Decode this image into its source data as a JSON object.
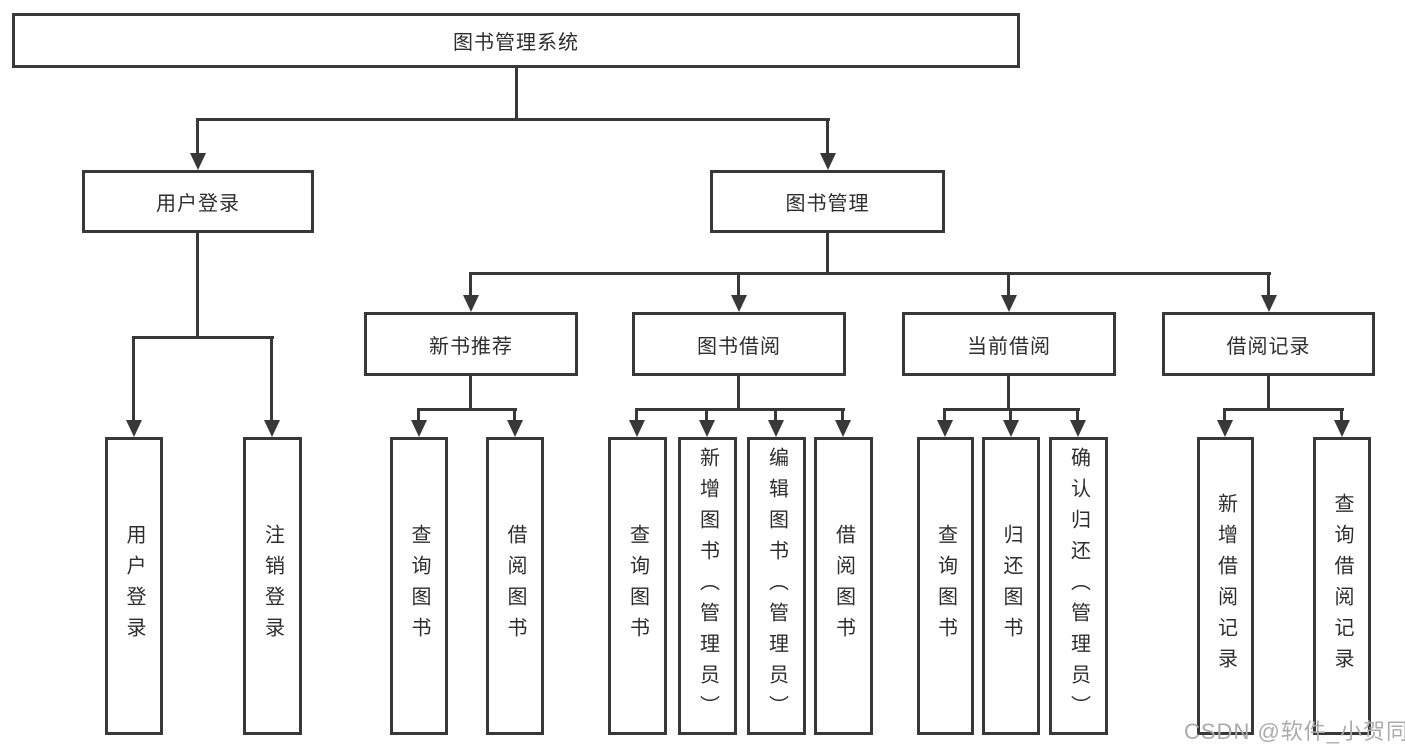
{
  "diagram": {
    "title": "图书管理系统",
    "root": {
      "label": "图书管理系统"
    },
    "level2": [
      {
        "label": "用户登录"
      },
      {
        "label": "图书管理"
      }
    ],
    "level3": [
      {
        "label": "新书推荐"
      },
      {
        "label": "图书借阅"
      },
      {
        "label": "当前借阅"
      },
      {
        "label": "借阅记录"
      }
    ],
    "leaves": {
      "user_login": [
        "用户登录",
        "注销登录"
      ],
      "new_book": [
        "查询图书",
        "借阅图书"
      ],
      "book_borrow": [
        "查询图书",
        "新增图书（管理员）",
        "编辑图书（管理员）",
        "借阅图书"
      ],
      "current_borrow": [
        "查询图书",
        "归还图书",
        "确认归还（管理员）"
      ],
      "borrow_record": [
        "新增借阅记录",
        "查询借阅记录"
      ]
    }
  },
  "watermark": {
    "text": "CSDN @软件_小贺同学",
    "color": "#ababab"
  },
  "colors": {
    "line": "#383838",
    "box_bg": "#ffffff",
    "text": "#2e2e2e"
  }
}
